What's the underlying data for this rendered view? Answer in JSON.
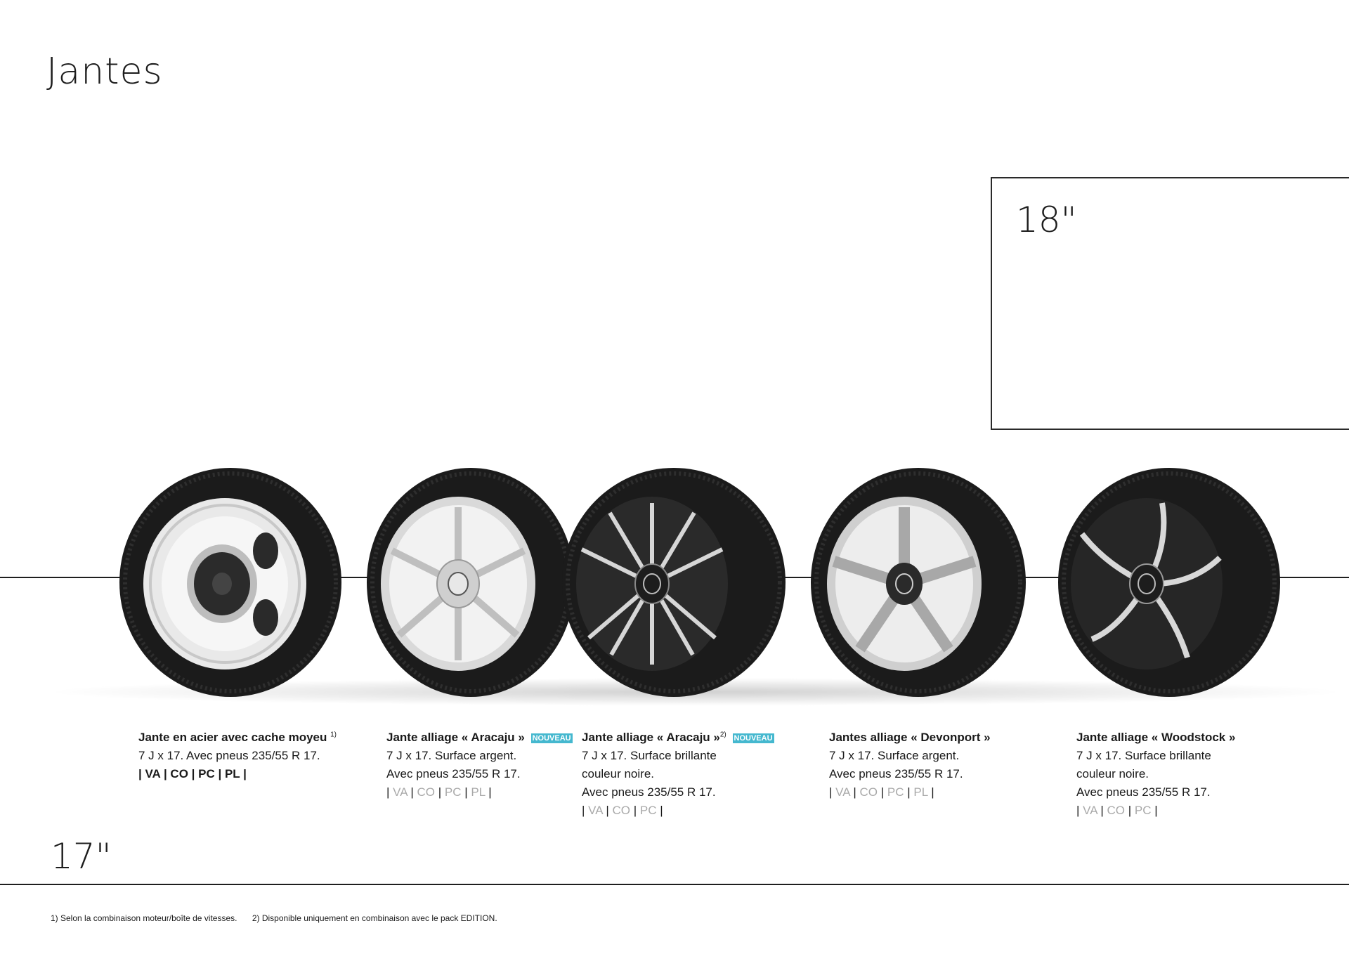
{
  "page": {
    "title": "Jantes",
    "box_size_label": "18\"",
    "main_size_label": "17\""
  },
  "wheels": [
    {
      "title": "Jante en acier avec cache moyeu",
      "title_sup": "1)",
      "badge": "",
      "lines": [
        "7 J x 17. Avec pneus 235/55 R 17."
      ],
      "codes": [
        {
          "label": "VA",
          "active": true
        },
        {
          "label": "CO",
          "active": true
        },
        {
          "label": "PC",
          "active": true
        },
        {
          "label": "PL",
          "active": true
        }
      ],
      "icon": "steel-wheel-icon"
    },
    {
      "title": "Jante alliage « Aracaju »",
      "title_sup": "",
      "badge": "NOUVEAU",
      "lines": [
        "7 J x 17. Surface argent.",
        "Avec pneus 235/55 R 17."
      ],
      "codes": [
        {
          "label": "VA",
          "active": false
        },
        {
          "label": "CO",
          "active": false
        },
        {
          "label": "PC",
          "active": false
        },
        {
          "label": "PL",
          "active": false
        }
      ],
      "icon": "aracaju-silver-wheel-icon"
    },
    {
      "title": "Jante alliage « Aracaju »",
      "title_sup": "2)",
      "badge": "NOUVEAU",
      "lines": [
        "7 J x 17. Surface brillante",
        "couleur noire.",
        "Avec pneus 235/55 R 17."
      ],
      "codes": [
        {
          "label": "VA",
          "active": false
        },
        {
          "label": "CO",
          "active": false
        },
        {
          "label": "PC",
          "active": false
        }
      ],
      "icon": "aracaju-black-wheel-icon"
    },
    {
      "title": "Jantes alliage « Devonport »",
      "title_sup": "",
      "badge": "",
      "lines": [
        "7 J x 17. Surface argent.",
        "Avec pneus 235/55 R 17."
      ],
      "codes": [
        {
          "label": "VA",
          "active": false
        },
        {
          "label": "CO",
          "active": false
        },
        {
          "label": "PC",
          "active": false
        },
        {
          "label": "PL",
          "active": false
        }
      ],
      "icon": "devonport-wheel-icon"
    },
    {
      "title": "Jante alliage « Woodstock »",
      "title_sup": "",
      "badge": "",
      "lines": [
        "7 J x 17. Surface brillante",
        "couleur noire.",
        "Avec pneus 235/55 R 17."
      ],
      "codes": [
        {
          "label": "VA",
          "active": false
        },
        {
          "label": "CO",
          "active": false
        },
        {
          "label": "PC",
          "active": false
        }
      ],
      "icon": "woodstock-wheel-icon"
    }
  ],
  "footnotes": [
    "1) Selon la combinaison moteur/boîte de vitesses.",
    "2) Disponible uniquement en combinaison avec le pack EDITION."
  ],
  "colors": {
    "badge": "#45b8cf",
    "inactive_code": "#a9a9a9"
  }
}
